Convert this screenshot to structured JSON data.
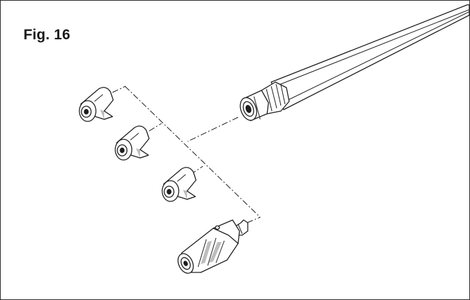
{
  "figure": {
    "label": "Fig. 16"
  },
  "colors": {
    "ink": "#1e1e1e",
    "paper": "#ffffff",
    "shade": "#bdbdbd"
  },
  "parts": [
    {
      "name": "wand",
      "kind": "spray wand with quick-connect coupler"
    },
    {
      "name": "nozzle-tip",
      "kind": "quick-connect nozzle tip"
    },
    {
      "name": "nozzle-tip",
      "kind": "quick-connect nozzle tip"
    },
    {
      "name": "nozzle-tip",
      "kind": "quick-connect nozzle tip"
    },
    {
      "name": "turbo-nozzle",
      "kind": "rotating turbo nozzle"
    }
  ]
}
